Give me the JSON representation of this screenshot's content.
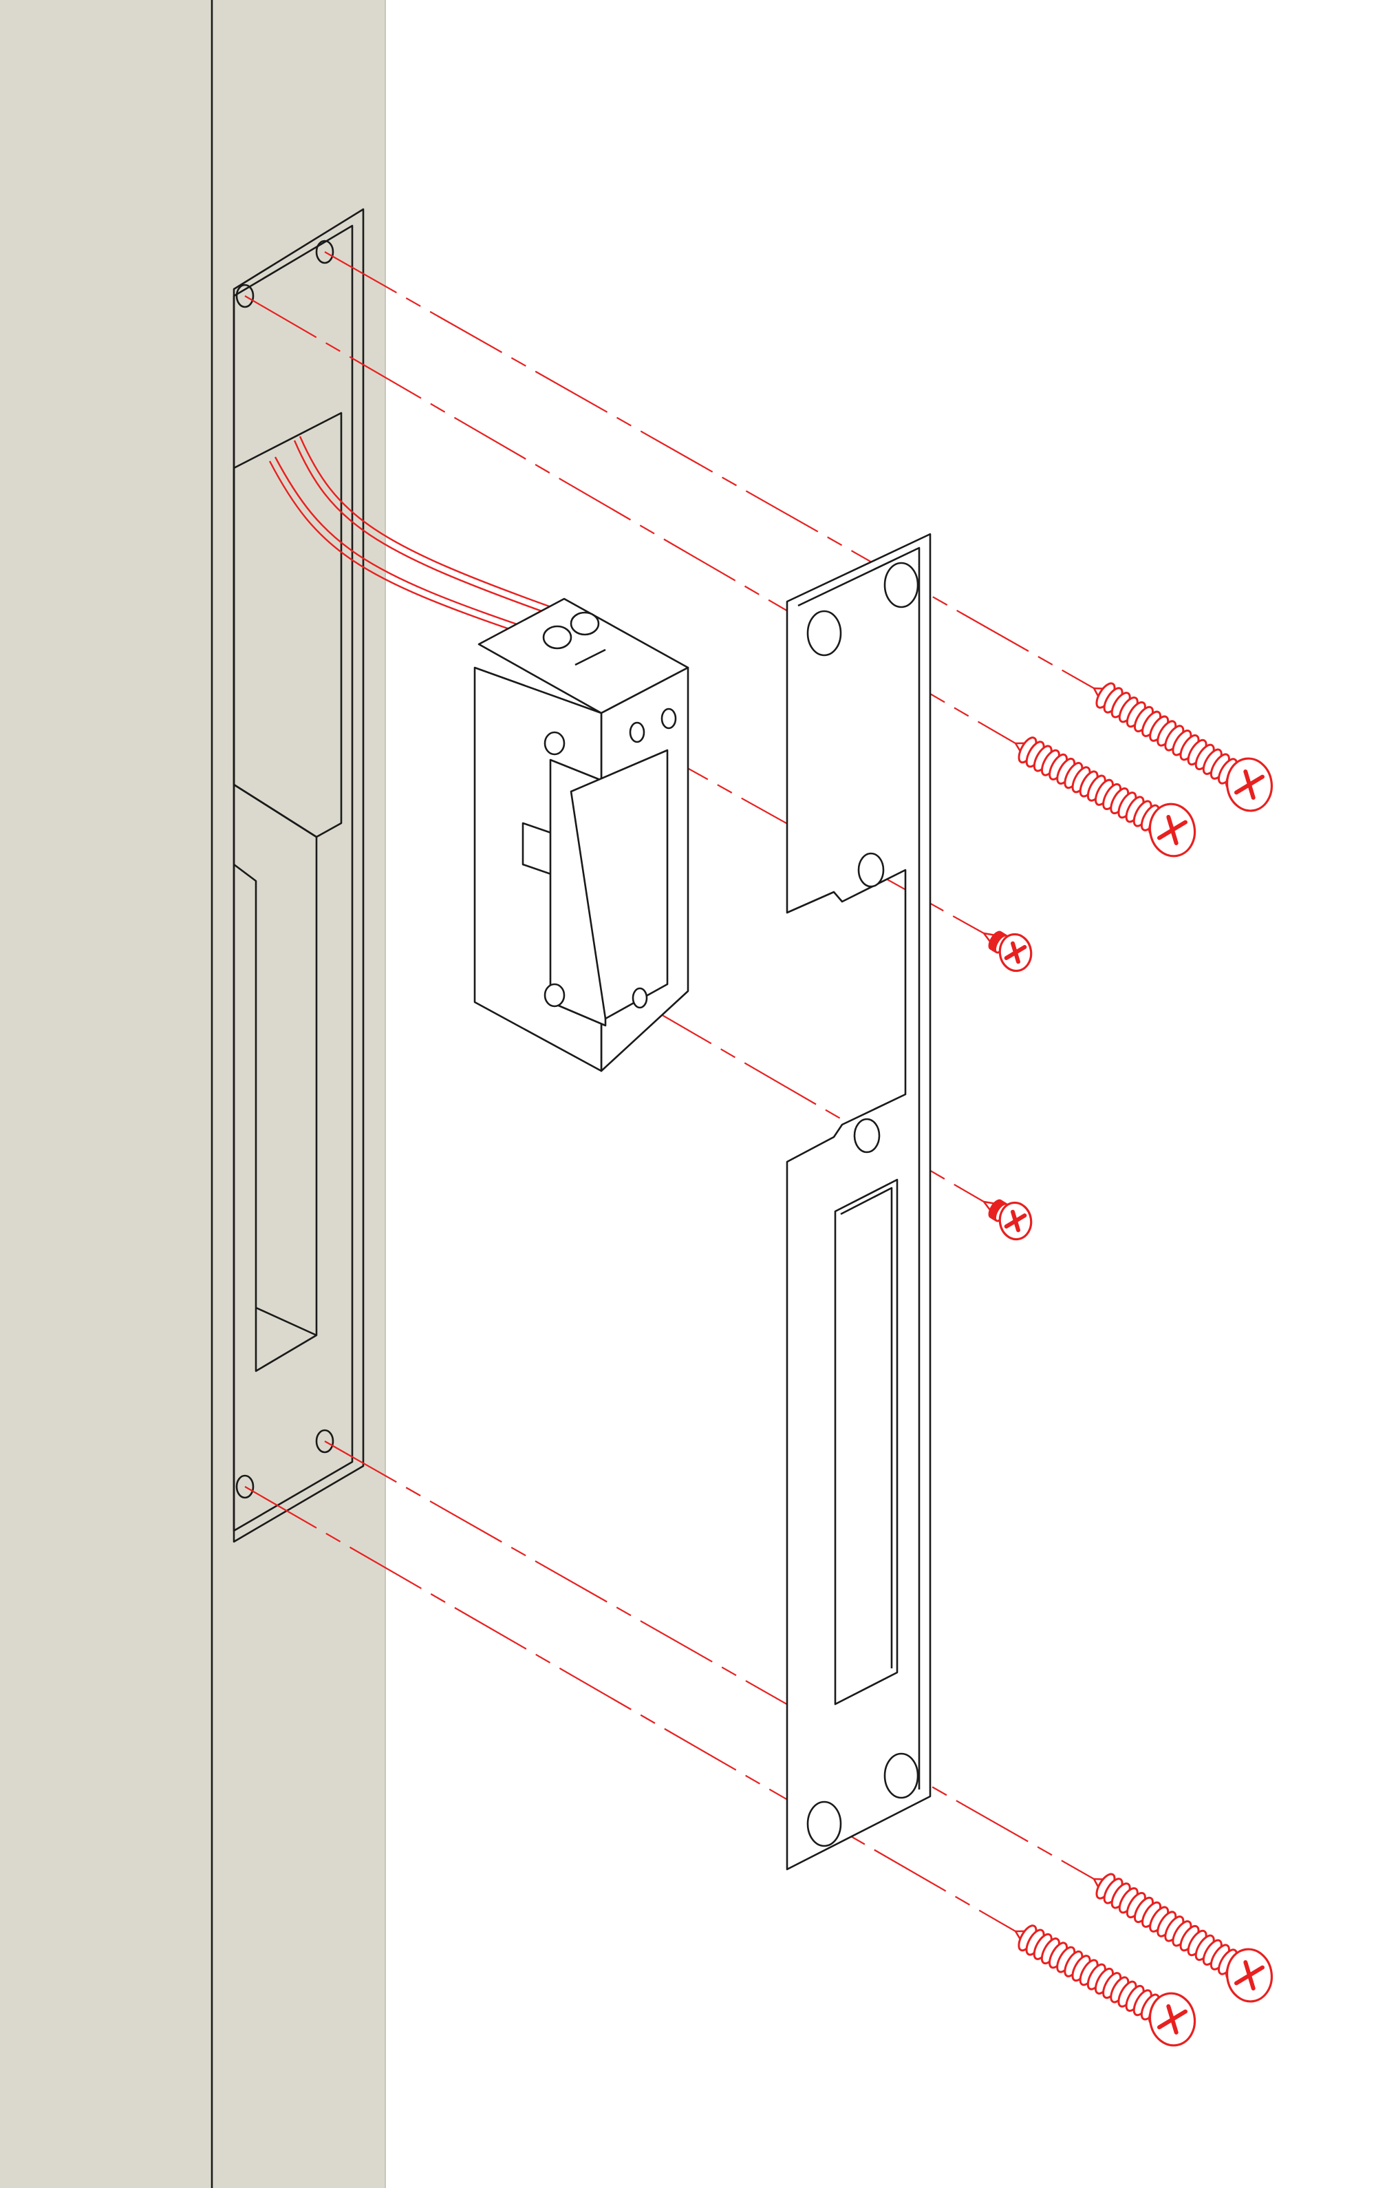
{
  "colors": {
    "wall": "#dbd9cd",
    "outline": "#1a1a1a",
    "fastener_accent": "#e82020",
    "background": "#ffffff"
  },
  "parts": {
    "door_frame": "door-frame-with-recess",
    "electric_strike": "electric-strike-body",
    "strike_plate": "strike-plate",
    "long_screws": 4,
    "short_screws": 2
  }
}
